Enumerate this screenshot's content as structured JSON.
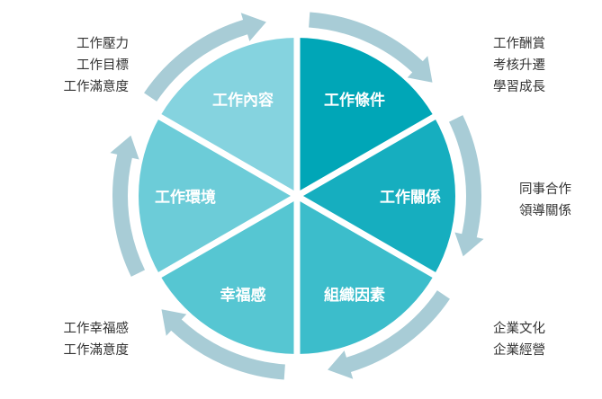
{
  "diagram": {
    "segments": [
      {
        "label": "工作內容",
        "color": "#85d3df"
      },
      {
        "label": "工作條件",
        "color": "#00a6b7"
      },
      {
        "label": "工作關係",
        "color": "#16aebf"
      },
      {
        "label": "組織因素",
        "color": "#3cbdcb"
      },
      {
        "label": "幸福感",
        "color": "#56c6d2"
      },
      {
        "label": "工作環境",
        "color": "#6cccd8"
      }
    ],
    "arrow_color": "#a8ccd6"
  },
  "annotations": {
    "top_left": [
      "工作壓力",
      "工作目標",
      "工作滿意度"
    ],
    "top_right": [
      "工作酬賞",
      "考核升遷",
      "學習成長"
    ],
    "mid_right": [
      "同事合作",
      "領導關係"
    ],
    "bottom_left": [
      "工作幸福感",
      "工作滿意度"
    ],
    "bottom_right": [
      "企業文化",
      "企業經營"
    ]
  }
}
